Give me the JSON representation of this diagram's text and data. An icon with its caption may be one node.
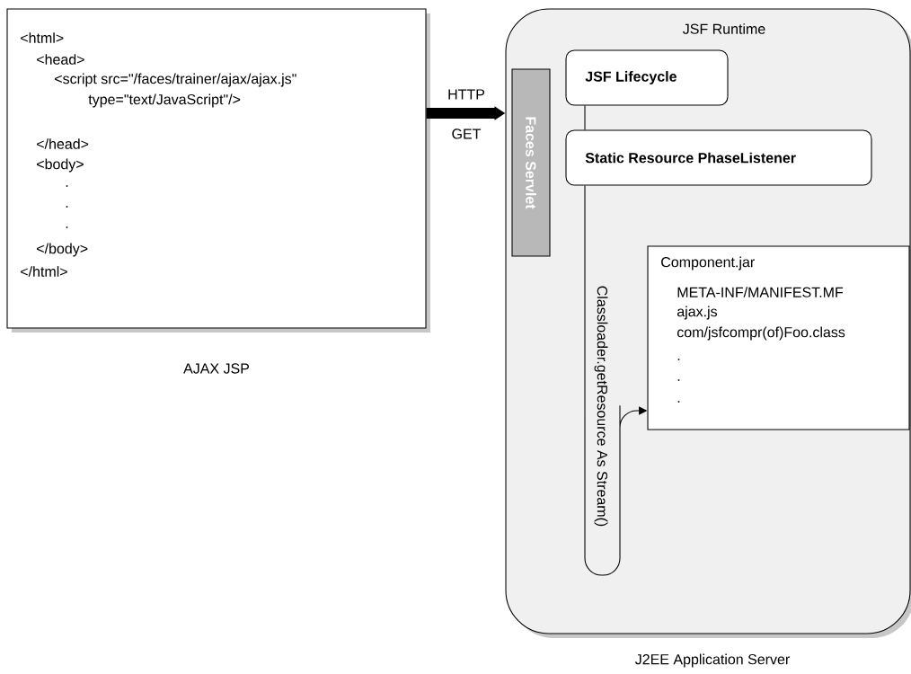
{
  "diagram": {
    "nodes": [
      {
        "text": [
          "<html>",
          "<head>",
          "<script src=\"/faces/trainer/ajax/ajax.js\"",
          "type=\"text/JavaScript\"/>",
          "</head>",
          "<body>",
          ".",
          ".",
          ".",
          "</body>",
          "</html>"
        ],
        "beside": [
          "AJAX JSP"
        ]
      },
      {
        "text": [
          "JSF Runtime"
        ],
        "beside": [
          "J2EE Application Server"
        ]
      },
      {
        "text": [
          "Faces Servlet"
        ],
        "in": 1
      },
      {
        "text": [
          "JSF Lifecycle"
        ],
        "in": 1
      },
      {
        "text": [
          "Static Resource PhaseListener"
        ],
        "in": 1
      },
      {
        "text": [
          "Component.jar",
          "META-INF/MANIFEST.MF",
          "ajax.js",
          "com/jsfcompr(of)Foo.class",
          ".",
          ".",
          "."
        ],
        "in": 1
      }
    ],
    "edges": [
      {
        "from": 0,
        "to": 1,
        "arrow": "to",
        "label": "HTTP GET",
        "style": "thick"
      },
      {
        "from": 3,
        "to": 4,
        "arrow": "none"
      },
      {
        "from": 4,
        "to": 5,
        "arrow": "to",
        "label": "Classloader.getResource As Stream()"
      }
    ]
  }
}
